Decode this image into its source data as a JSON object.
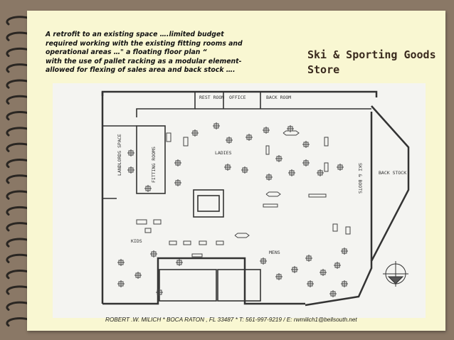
{
  "intro_lines": [
    "A retrofit to an existing space ….limited budget",
    "required working with the existing fitting rooms and",
    "operational areas …\" a floating floor plan “",
    "with the use of  pallet racking as a modular element-",
    "allowed for flexing of sales area and back stock …."
  ],
  "title_lines": [
    "Ski & Sporting Goods",
    "Store"
  ],
  "plan_labels": {
    "rest_room": "REST ROOM",
    "office": "OFFICE",
    "back_room": "BACK ROOM",
    "landlords_space": "LANDLORDS SPACE",
    "fitting_rooms": "FITTING ROOMS",
    "ladies": "LADIES",
    "ski_boots": "SKI & BOOTS",
    "back_stock": "BACK STOCK",
    "kids": "KIDS",
    "mens": "MENS"
  },
  "footer": "ROBERT .W. MILICH * BOCA RATON , FL 33487  * T: 561-997-9219  / E: rwmilich1@bellsouth.net"
}
